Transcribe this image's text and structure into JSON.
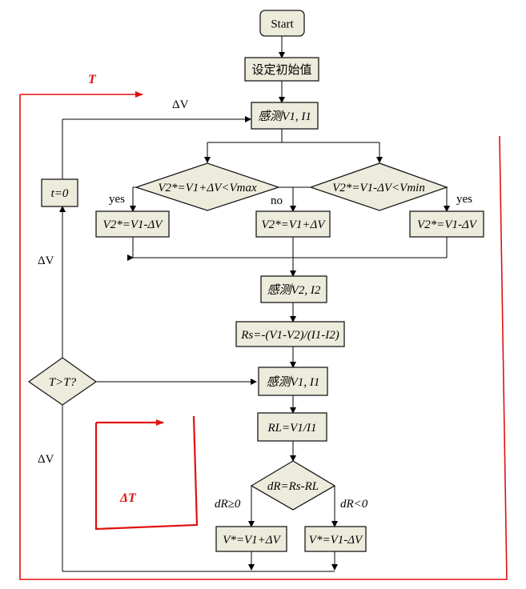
{
  "nodes": {
    "start": "Start",
    "init": "设定初始值",
    "sense1": "感测V1, I1",
    "dec1": "V2*=V1+ΔV<Vmax",
    "dec2": "V2*=V1-ΔV<Vmin",
    "act_left": "V2*=V1-ΔV",
    "act_mid": "V2*=V1+ΔV",
    "act_right": "V2*=V1-ΔV",
    "sense2": "感测V2, I2",
    "rs": "Rs=-(V1-V2)/(I1-I2)",
    "sense3": "感测V1, I1",
    "rl": "RL=V1/I1",
    "dec3": "dR=Rs-RL",
    "act_up": "V*=V1+ΔV",
    "act_down": "V*=V1-ΔV",
    "reset": "t=0",
    "check": "T>T?"
  },
  "labels": {
    "yes_left": "yes",
    "yes_right": "yes",
    "no": "no",
    "dr_pos": "dR≥0",
    "dr_neg": "dR<0",
    "dv_top": "ΔV",
    "dv_mid": "ΔV",
    "dv_low": "ΔV"
  },
  "annotations": {
    "big_T": "T",
    "small_dT": "ΔT"
  },
  "colors": {
    "box_fill": "#ecebdc",
    "annotation_red": "#e01010"
  }
}
